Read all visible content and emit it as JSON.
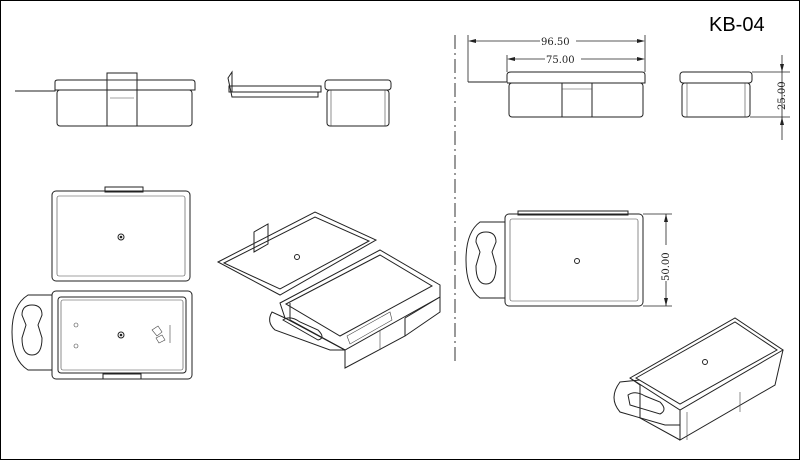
{
  "title": "KB-04",
  "dimensions": {
    "overall_length": "96.50",
    "body_length": "75.00",
    "height": "25.00",
    "width": "50.00"
  },
  "colors": {
    "line": "#222222",
    "background": "#ffffff",
    "frame": "#000000"
  }
}
